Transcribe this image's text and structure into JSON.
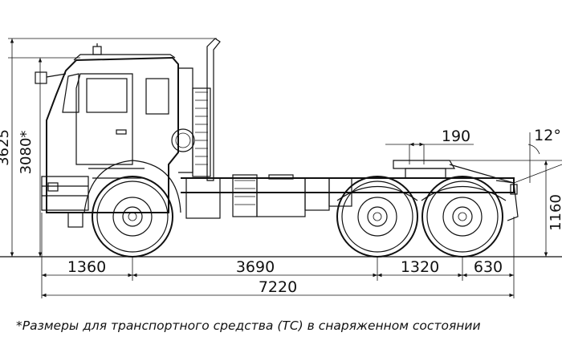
{
  "dimensions": {
    "front_overhang": "1360",
    "wheelbase_front": "3690",
    "wheelbase_rear": "1320",
    "rear_overhang": "630",
    "overall_length": "7220",
    "fifth_wheel_offset": "190",
    "rear_angle": "12°",
    "height_max": "3625",
    "height_cab": "3080*",
    "coupling_height": "1160"
  },
  "footnote": "*Размеры для транспортного средства (ТС) в снаряженном состоянии"
}
